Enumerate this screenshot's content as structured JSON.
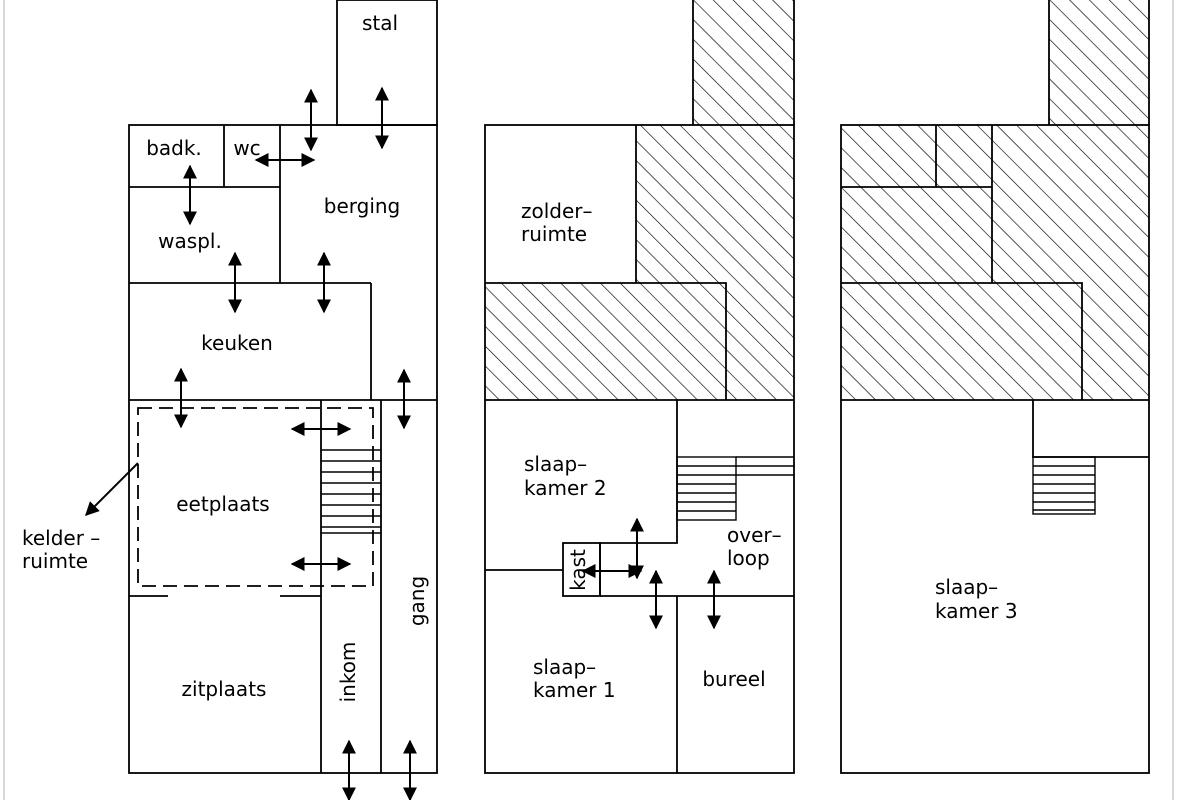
{
  "ground_floor": {
    "stal": "stal",
    "badk": "badk.",
    "wc": "wc",
    "berging": "berging",
    "waspl": "waspl.",
    "keuken": "keuken",
    "eetplaats": "eetplaats",
    "kelder_line1": "kelder –",
    "kelder_line2": "ruimte",
    "zitplaats": "zitplaats",
    "inkom": "inkom",
    "gang": "gang"
  },
  "first_floor": {
    "zolder_line1": "zolder–",
    "zolder_line2": "ruimte",
    "slaap2_line1": "slaap–",
    "slaap2_line2": "kamer  2",
    "kast": "kast",
    "overloop_line1": "over–",
    "overloop_line2": "loop",
    "slaap1_line1": "slaap–",
    "slaap1_line2": "kamer  1",
    "bureel": "bureel"
  },
  "second_floor": {
    "slaap3_line1": "slaap–",
    "slaap3_line2": "kamer  3"
  },
  "colors": {
    "line": "#000000",
    "background": "#ffffff",
    "frame": "#cccccc"
  }
}
